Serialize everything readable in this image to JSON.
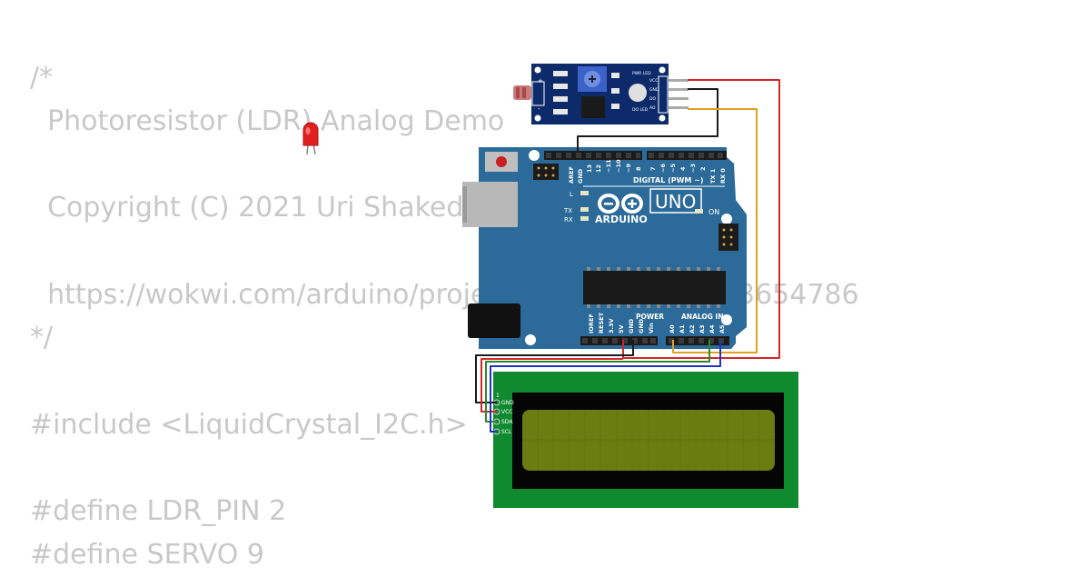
{
  "code_lines": [
    "/*",
    "  Photoresistor (LDR) Analog Demo",
    "",
    "  Copyright (C) 2021 Uri Shaked.",
    "",
    "  https://wokwi.com/arduino/projects/30523",
    "*/",
    "",
    "#include <LiquidCrystal_I2C.h>",
    "",
    "#define LDR_PIN 2",
    "#define SERVO 9"
  ],
  "url_tail": "3654786",
  "arduino": {
    "brand": "ARDUINO",
    "model": "UNO",
    "digital_label": "DIGITAL (PWM ~)",
    "analog_label": "ANALOG IN",
    "power_label": "POWER",
    "on_label": "ON",
    "l_label": "L",
    "tx_label": "TX",
    "rx_label": "RX",
    "digital_pins": [
      "AREF",
      "GND",
      "13",
      "12",
      "~11",
      "~10",
      "~9",
      "8",
      "7",
      "~6",
      "~5",
      "4",
      "~3",
      "2",
      "TX 1",
      "RX 0"
    ],
    "power_pins": [
      "IOREF",
      "RESET",
      "3.3V",
      "5V",
      "GND",
      "GND",
      "Vin"
    ],
    "analog_pins": [
      "A0",
      "A1",
      "A2",
      "A3",
      "A4",
      "A5"
    ]
  },
  "ldr_module": {
    "pins": [
      "VCC",
      "GND",
      "DO",
      "AO"
    ],
    "pwr_led": "PWR LED",
    "do_led": "DO LED"
  },
  "lcd": {
    "pin_one": "1",
    "pins": [
      "GND",
      "VCC",
      "SDA",
      "SCL"
    ]
  },
  "colors": {
    "board": "#2b6a99",
    "lcd_pcb": "#0f8a2e",
    "lcd_screen": "#6b7d10",
    "wire_red": "#d2262a",
    "wire_black": "#1a1a1a",
    "wire_orange": "#e0a020",
    "wire_green": "#2a8a2a",
    "wire_blue": "#2233bb",
    "code_text": "#c8c8c8"
  }
}
